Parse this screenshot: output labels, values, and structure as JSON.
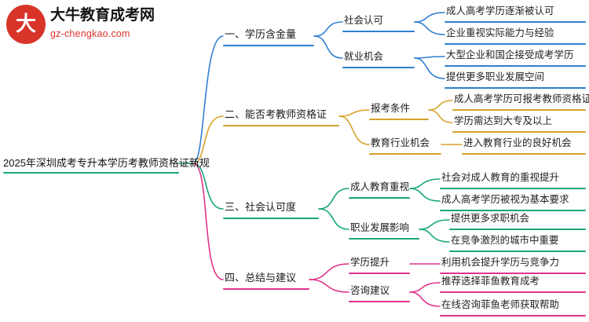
{
  "logo": {
    "glyph": "大牛",
    "title": "大牛教育成考网",
    "subtitle": "gz-chengkao.com"
  },
  "mindmap": {
    "root": {
      "label": "2025年深圳成考专升本学历考教师资格证新规"
    },
    "branches": [
      {
        "label": "一、学历含金量",
        "color": "#2f7fd1",
        "children": [
          {
            "label": "社会认可",
            "leaves": [
              "成人高考学历逐渐被认可",
              "企业重视实际能力与经验"
            ]
          },
          {
            "label": "就业机会",
            "leaves": [
              "大型企业和国企接受成考学历",
              "提供更多职业发展空间"
            ]
          }
        ]
      },
      {
        "label": "二、能否考教师资格证",
        "color": "#d9a12c",
        "children": [
          {
            "label": "报考条件",
            "leaves": [
              "成人高考学历可报考教师资格证",
              "学历需达到大专及以上"
            ]
          },
          {
            "label": "教育行业机会",
            "leaves": [
              "进入教育行业的良好机会"
            ]
          }
        ]
      },
      {
        "label": "三、社会认可度",
        "color": "#17a67a",
        "children": [
          {
            "label": "成人教育重视",
            "leaves": [
              "社会对成人教育的重视提升",
              "成人高考学历被视为基本要求"
            ]
          },
          {
            "label": "职业发展影响",
            "leaves": [
              "提供更多求职机会",
              "在竞争激烈的城市中重要"
            ]
          }
        ]
      },
      {
        "label": "四、总结与建议",
        "color": "#e0338c",
        "children": [
          {
            "label": "学历提升",
            "leaves": [
              "利用机会提升学历与竞争力"
            ]
          },
          {
            "label": "咨询建议",
            "leaves": [
              "推荐选择菲鱼教育成考",
              "在线咨询菲鱼老师获取帮助"
            ]
          }
        ]
      }
    ]
  }
}
